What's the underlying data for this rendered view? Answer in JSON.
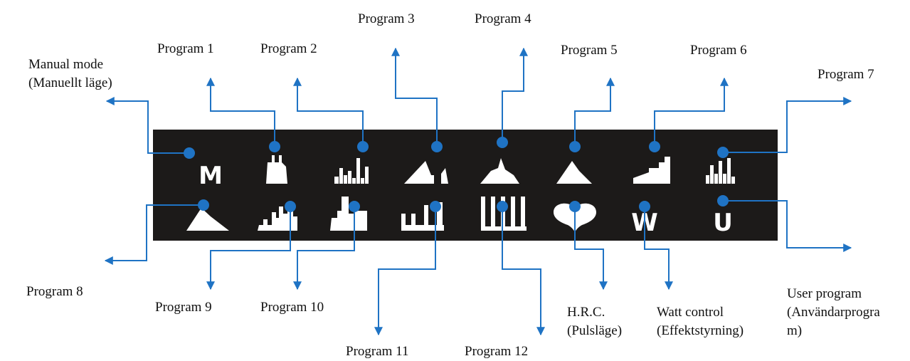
{
  "panel": {
    "background": "#1c1a19",
    "icon_color": "#ffffff",
    "line_color": "#1f73c4"
  },
  "labels": {
    "manual": [
      "Manual mode",
      "(Manuellt läge)"
    ],
    "p1": "Program 1",
    "p2": "Program 2",
    "p3": "Program 3",
    "p4": "Program 4",
    "p5": "Program 5",
    "p6": "Program 6",
    "p7": "Program 7",
    "p8": "Program 8",
    "p9": "Program 9",
    "p10": "Program 10",
    "p11": "Program 11",
    "p12": "Program 12",
    "hrc": [
      "H.R.C.",
      "(Pulsläge)"
    ],
    "watt": [
      "Watt control",
      "(Effektstyrning)"
    ],
    "user": [
      "User program",
      "(Användarprogra",
      "m)"
    ]
  },
  "icons": {
    "top_row": [
      "M",
      "program-1-icon",
      "program-2-icon",
      "program-3-icon",
      "program-4-icon",
      "program-5-icon",
      "program-6-icon",
      "program-7-icon"
    ],
    "bottom_row": [
      "program-8-icon",
      "program-9-icon",
      "program-10-icon",
      "program-11-icon",
      "program-12-icon",
      "heart-icon",
      "W",
      "U"
    ],
    "letters": {
      "manual": "M",
      "watt": "W",
      "user": "U"
    }
  }
}
